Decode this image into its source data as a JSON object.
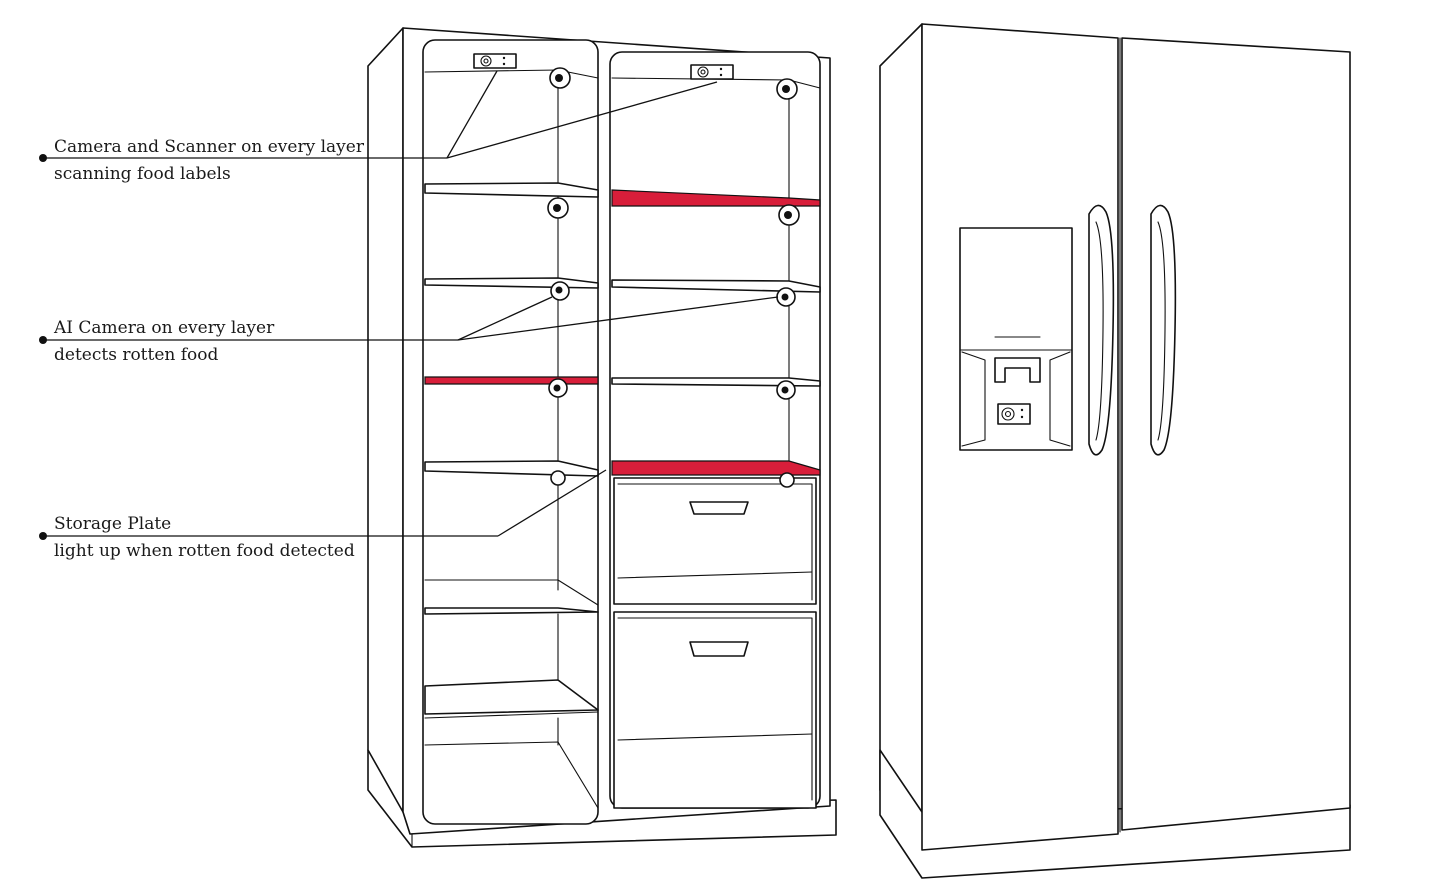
{
  "callouts": [
    {
      "id": "scanner",
      "line1": "Camera and Scanner on every layer",
      "line2": "scanning food labels"
    },
    {
      "id": "ai-camera",
      "line1": "AI Camera on every layer",
      "line2": "detects rotten food"
    },
    {
      "id": "storage-plate",
      "line1": "Storage Plate",
      "line2": "light up when rotten food detected"
    }
  ],
  "colors": {
    "outline": "#111111",
    "highlight": "#d81e3a",
    "background": "#ffffff"
  },
  "icons": [
    "camera-icon",
    "scanner-icon",
    "handle-icon"
  ]
}
